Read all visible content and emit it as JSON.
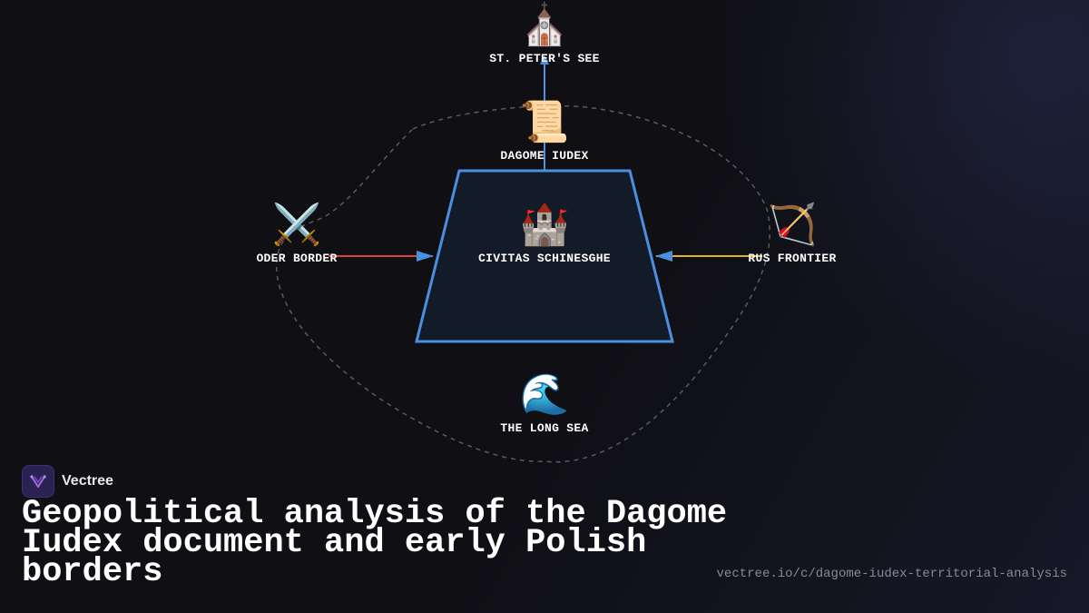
{
  "diagram": {
    "nodes": {
      "top": {
        "label": "ST. PETER'S SEE",
        "icon": "church-icon",
        "emoji": "⛪"
      },
      "document": {
        "label": "DAGOME IUDEX",
        "icon": "scroll-icon",
        "emoji": "📜"
      },
      "center": {
        "label": "CIVITAS SCHINESGHE",
        "icon": "castle-icon",
        "emoji": "🏰"
      },
      "west": {
        "label": "ODER BORDER",
        "icon": "crossed-swords-icon",
        "emoji": "⚔️"
      },
      "east": {
        "label": "RUS FRONTIER",
        "icon": "bow-and-arrow-icon",
        "emoji": "🏹"
      },
      "south": {
        "label": "THE LONG SEA",
        "icon": "wave-icon",
        "emoji": "🌊"
      }
    },
    "colors": {
      "trapezoid_stroke": "#4a8fe0",
      "trapezoid_fill": "#141b28",
      "west_arrow": "#d9433a",
      "east_arrow": "#e0b52a",
      "arrowhead": "#4a8fe0",
      "boundary": "#5a5a66"
    }
  },
  "brand": {
    "name": "Vectree",
    "icon": "vectree-logo-icon"
  },
  "headline": "Geopolitical analysis of the Dagome Iudex document and early Polish borders",
  "url": "vectree.io/c/dagome-iudex-territorial-analysis"
}
